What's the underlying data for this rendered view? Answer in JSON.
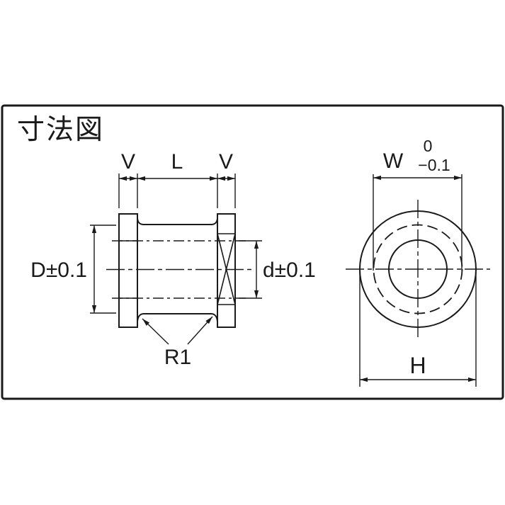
{
  "title": "寸法図",
  "colors": {
    "line": "#1a1a1a",
    "background": "#ffffff"
  },
  "side_view": {
    "top_dims": {
      "left": "V",
      "middle": "L",
      "right": "V"
    },
    "outer_diameter": "D±0.1",
    "bore_diameter": "d±0.1",
    "fillet_radius": "R1"
  },
  "front_view": {
    "width_label": "W",
    "width_tolerance_upper": "0",
    "width_tolerance_lower": "−0.1",
    "height_label": "H"
  }
}
